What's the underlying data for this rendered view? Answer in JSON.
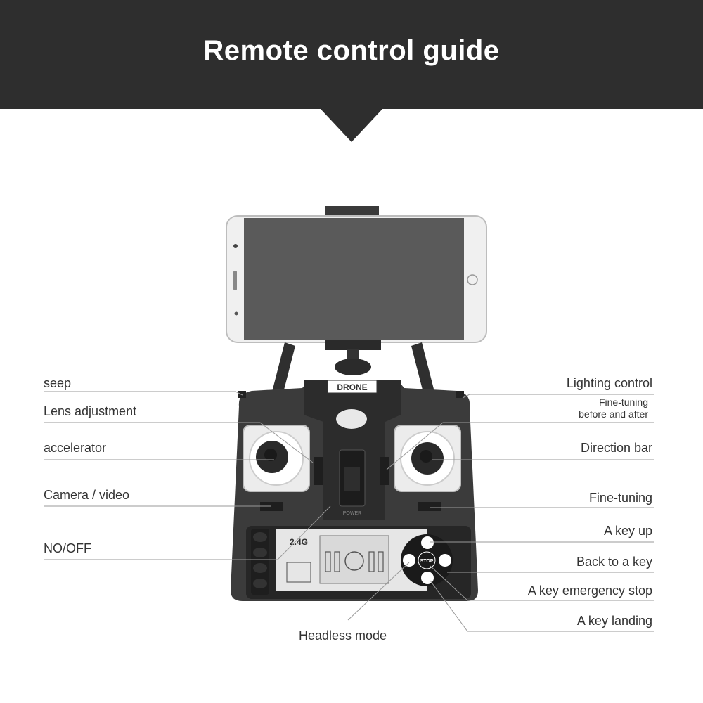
{
  "header": {
    "title": "Remote control guide"
  },
  "device": {
    "brand_label": "DRONE",
    "power_label": "POWER",
    "lcd_band": "2.4G",
    "stop_label": "STOP"
  },
  "callouts": {
    "left": [
      "seep",
      "Lens adjustment",
      "accelerator",
      "Camera / video",
      "NO/OFF"
    ],
    "right": [
      "Lighting control",
      "Fine-tuning",
      "before and after",
      "Direction bar",
      "Fine-tuning",
      "A key up",
      "Back to a key",
      "A key emergency stop",
      "A key landing"
    ],
    "bottom": "Headless mode"
  },
  "colors": {
    "header_bg": "#2e2e2e",
    "controller_body": "#3b3b3b",
    "phone_screen": "#5a5a5a",
    "leader_line": "#9a9a9a"
  }
}
